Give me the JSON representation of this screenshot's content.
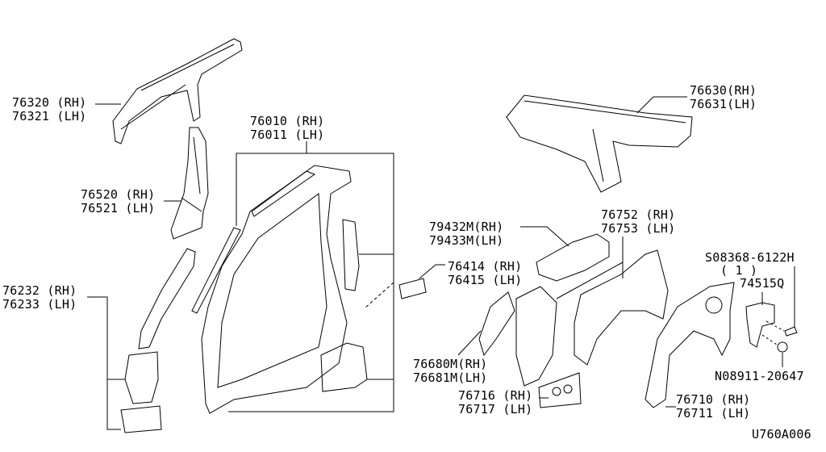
{
  "diagram": {
    "drawing_code": "U760A006",
    "parts": [
      {
        "id": "roof-rail",
        "rh": "76320 (RH)",
        "lh": "76321 (LH)"
      },
      {
        "id": "body-side-outer",
        "rh": "76010 (RH)",
        "lh": "76011 (LH)"
      },
      {
        "id": "center-pillar",
        "rh": "76520 (RH)",
        "lh": "76521 (LH)"
      },
      {
        "id": "front-pillar",
        "rh": "76232 (RH)",
        "lh": "76233 (LH)"
      },
      {
        "id": "rear-roof-rail",
        "rh": "76630(RH)",
        "lh": "76631(LH)"
      },
      {
        "id": "rear-bracket",
        "rh": "79432M(RH)",
        "lh": "79433M(LH)"
      },
      {
        "id": "rear-wheelhouse-inner",
        "rh": "76752 (RH)",
        "lh": "76753 (LH)"
      },
      {
        "id": "sill-patch",
        "rh": "76414 (RH)",
        "lh": "76415 (LH)"
      },
      {
        "id": "rear-pillar-gusset",
        "rh": "76680M(RH)",
        "lh": "76681M(LH)"
      },
      {
        "id": "patch-plate",
        "rh": "76716 (RH)",
        "lh": "76717 (LH)"
      },
      {
        "id": "rear-wheelhouse-outer",
        "rh": "76710 (RH)",
        "lh": "76711 (LH)"
      }
    ],
    "screw": {
      "code": "S08368-6122H",
      "qty": "( 1 )"
    },
    "bracket": {
      "code": "74515Q"
    },
    "nut": {
      "code": "N08911-20647"
    }
  }
}
